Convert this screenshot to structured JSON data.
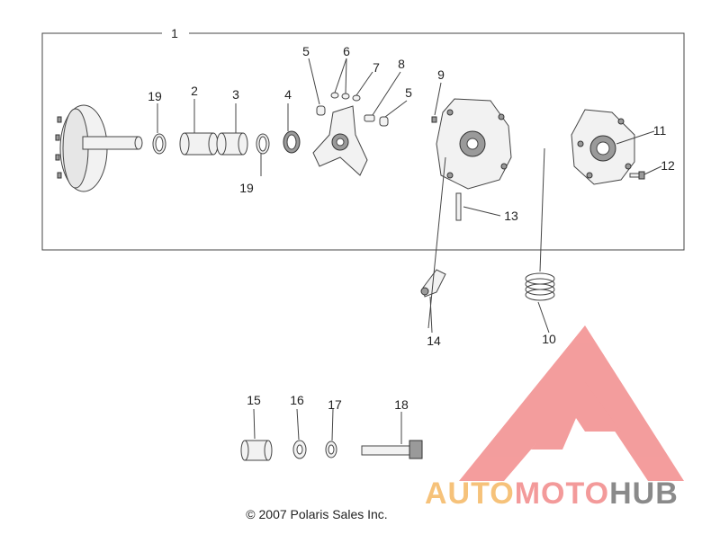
{
  "callouts": {
    "c1": "1",
    "c2": "2",
    "c3": "3",
    "c4": "4",
    "c5a": "5",
    "c5b": "5",
    "c6": "6",
    "c7": "7",
    "c8": "8",
    "c9": "9",
    "c10": "10",
    "c11": "11",
    "c12": "12",
    "c13": "13",
    "c14": "14",
    "c15": "15",
    "c16": "16",
    "c17": "17",
    "c18": "18",
    "c19a": "19",
    "c19b": "19"
  },
  "copyright": "© 2007 Polaris Sales Inc.",
  "watermark": {
    "part1": "AUTO",
    "part2": "MOTO",
    "part3": "HUB",
    "color_auto": "#f6c27a",
    "color_moto": "#f39a9a",
    "color_hub": "#8a8a8a",
    "logo_color": "#f28c8c"
  }
}
